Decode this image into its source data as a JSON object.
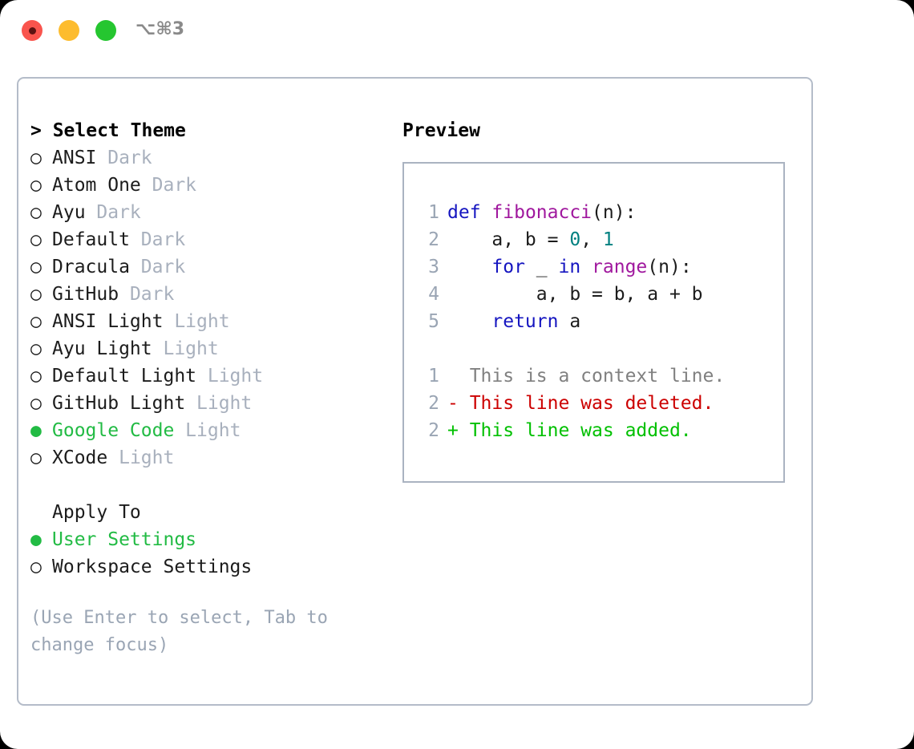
{
  "titlebar": {
    "shortcut": "⌥⌘3",
    "buttons": [
      "close",
      "minimize",
      "maximize"
    ]
  },
  "theme_section": {
    "heading": "> Select Theme",
    "items": [
      {
        "marker": "○",
        "label": "ANSI",
        "category": "Dark",
        "selected": false
      },
      {
        "marker": "○",
        "label": "Atom One",
        "category": "Dark",
        "selected": false
      },
      {
        "marker": "○",
        "label": "Ayu",
        "category": "Dark",
        "selected": false
      },
      {
        "marker": "○",
        "label": "Default",
        "category": "Dark",
        "selected": false
      },
      {
        "marker": "○",
        "label": "Dracula",
        "category": "Dark",
        "selected": false
      },
      {
        "marker": "○",
        "label": "GitHub",
        "category": "Dark",
        "selected": false
      },
      {
        "marker": "○",
        "label": "ANSI Light",
        "category": "Light",
        "selected": false
      },
      {
        "marker": "○",
        "label": "Ayu Light",
        "category": "Light",
        "selected": false
      },
      {
        "marker": "○",
        "label": "Default Light",
        "category": "Light",
        "selected": false
      },
      {
        "marker": "○",
        "label": "GitHub Light",
        "category": "Light",
        "selected": false
      },
      {
        "marker": "●",
        "label": "Google Code",
        "category": "Light",
        "selected": true
      },
      {
        "marker": "○",
        "label": "XCode",
        "category": "Light",
        "selected": false
      }
    ]
  },
  "apply_section": {
    "heading": "Apply To",
    "items": [
      {
        "marker": "●",
        "label": "User Settings",
        "selected": true
      },
      {
        "marker": "○",
        "label": "Workspace Settings",
        "selected": false
      }
    ]
  },
  "hint": "(Use Enter to select, Tab to change focus)",
  "preview": {
    "title": "Preview",
    "code": [
      {
        "num": "1",
        "tokens": [
          {
            "t": "def",
            "c": "kw"
          },
          {
            "t": " ",
            "c": "pl"
          },
          {
            "t": "fibonacci",
            "c": "fn"
          },
          {
            "t": "(n):",
            "c": "pl"
          }
        ]
      },
      {
        "num": "2",
        "tokens": [
          {
            "t": "    a, b = ",
            "c": "pl"
          },
          {
            "t": "0",
            "c": "num"
          },
          {
            "t": ", ",
            "c": "pl"
          },
          {
            "t": "1",
            "c": "num"
          }
        ]
      },
      {
        "num": "3",
        "tokens": [
          {
            "t": "    ",
            "c": "pl"
          },
          {
            "t": "for",
            "c": "kw"
          },
          {
            "t": " _ ",
            "c": "pl"
          },
          {
            "t": "in",
            "c": "kw"
          },
          {
            "t": " ",
            "c": "pl"
          },
          {
            "t": "range",
            "c": "fn"
          },
          {
            "t": "(n):",
            "c": "pl"
          }
        ]
      },
      {
        "num": "4",
        "tokens": [
          {
            "t": "        a, b = b, a + b",
            "c": "pl"
          }
        ]
      },
      {
        "num": "5",
        "tokens": [
          {
            "t": "    ",
            "c": "pl"
          },
          {
            "t": "return",
            "c": "kw"
          },
          {
            "t": " a",
            "c": "pl"
          }
        ]
      }
    ],
    "diff": [
      {
        "num": "1",
        "sign": " ",
        "text": " This is a context line.",
        "kind": "ctx"
      },
      {
        "num": "2",
        "sign": "-",
        "text": " This line was deleted.",
        "kind": "del"
      },
      {
        "num": "2",
        "sign": "+",
        "text": " This line was added.",
        "kind": "add"
      }
    ]
  },
  "colors": {
    "selected_green": "#22bb44",
    "keyword_blue": "#1515c0",
    "function_magenta": "#a0189e",
    "number_teal": "#008080",
    "diff_deleted": "#cc0000",
    "diff_added": "#00c000",
    "muted_gray": "#a8b0bd",
    "border": "#b4bcc9"
  }
}
